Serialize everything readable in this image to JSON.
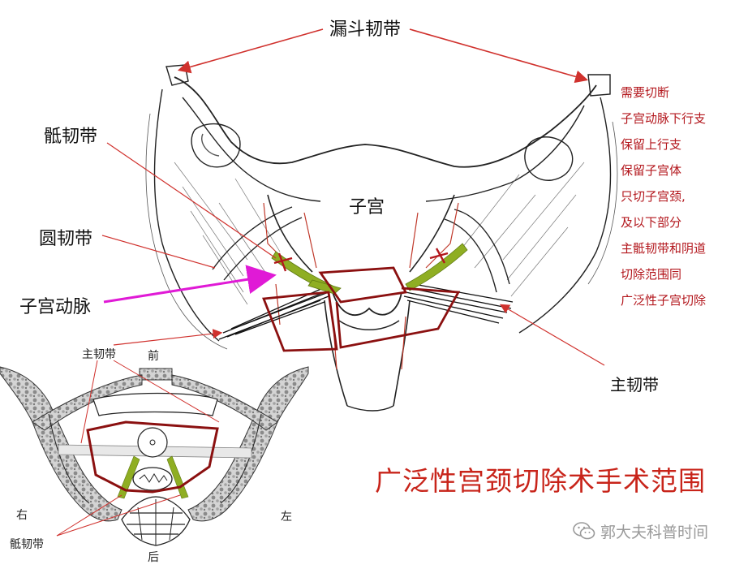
{
  "labels": {
    "infundibulopelvic": "漏斗韧带",
    "uterosacral": "骶韧带",
    "round": "圆韧带",
    "uterine_artery": "子宫动脉",
    "uterus": "子宫",
    "cardinal": "主韧带",
    "inset_cardinal": "主韧带",
    "inset_front": "前",
    "inset_right": "右",
    "inset_left": "左",
    "inset_back": "后",
    "inset_uterosacral": "骶韧带"
  },
  "notes": [
    "需要切断",
    "子宫动脉下行支",
    "保留上行支",
    "保留子宫体",
    "只切子宫颈,",
    "及以下部分",
    "主骶韧带和阴道",
    "切除范围同",
    "广泛性子宫切除"
  ],
  "title": "广泛性宫颈切除术手术范围",
  "watermark": "郭大夫科普时间",
  "icons": {
    "watermark_icon": "wechat-icon"
  },
  "colors": {
    "annotation_red": "#b3171d",
    "title_red": "#c8241a",
    "arrow_magenta": "#e01ad6",
    "resection_outline": "#8b1010",
    "ligament_green": "#8fae23",
    "bone_gray": "#9a9a9a",
    "watermark_gray": "#9a9a9a"
  }
}
